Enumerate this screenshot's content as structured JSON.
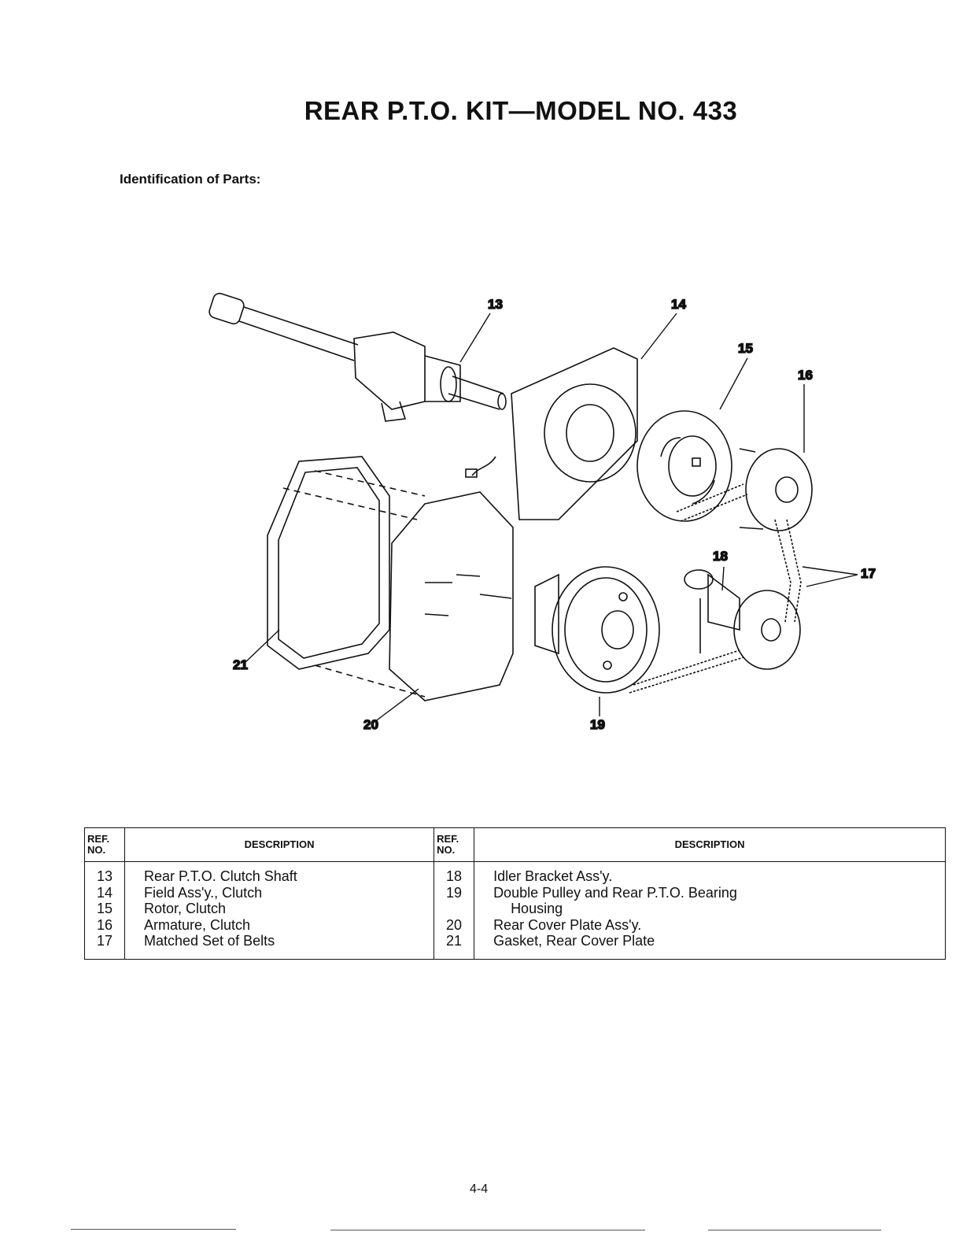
{
  "title": "REAR P.T.O. KIT—MODEL NO. 433",
  "subtitle": "Identification of Parts:",
  "diagram": {
    "callouts": [
      "13",
      "14",
      "15",
      "16",
      "17",
      "18",
      "19",
      "20",
      "21"
    ]
  },
  "table": {
    "headers": {
      "ref_line1": "REF.",
      "ref_line2": "NO.",
      "description": "DESCRIPTION"
    },
    "rows": [
      {
        "left_ref": "13",
        "left_desc": "Rear P.T.O. Clutch Shaft",
        "right_ref": "18",
        "right_desc": "Idler Bracket Ass'y.",
        "right_desc_cont": ""
      },
      {
        "left_ref": "14",
        "left_desc": "Field Ass'y., Clutch",
        "right_ref": "19",
        "right_desc": "Double Pulley and Rear P.T.O. Bearing",
        "right_desc_cont": "Housing"
      },
      {
        "left_ref": "15",
        "left_desc": "Rotor, Clutch",
        "right_ref": "",
        "right_desc": "",
        "right_desc_cont": ""
      },
      {
        "left_ref": "16",
        "left_desc": "Armature, Clutch",
        "right_ref": "20",
        "right_desc": "Rear Cover Plate Ass'y.",
        "right_desc_cont": ""
      },
      {
        "left_ref": "17",
        "left_desc": "Matched Set of Belts",
        "right_ref": "21",
        "right_desc": "Gasket, Rear Cover Plate",
        "right_desc_cont": ""
      }
    ]
  },
  "page_number": "4-4"
}
